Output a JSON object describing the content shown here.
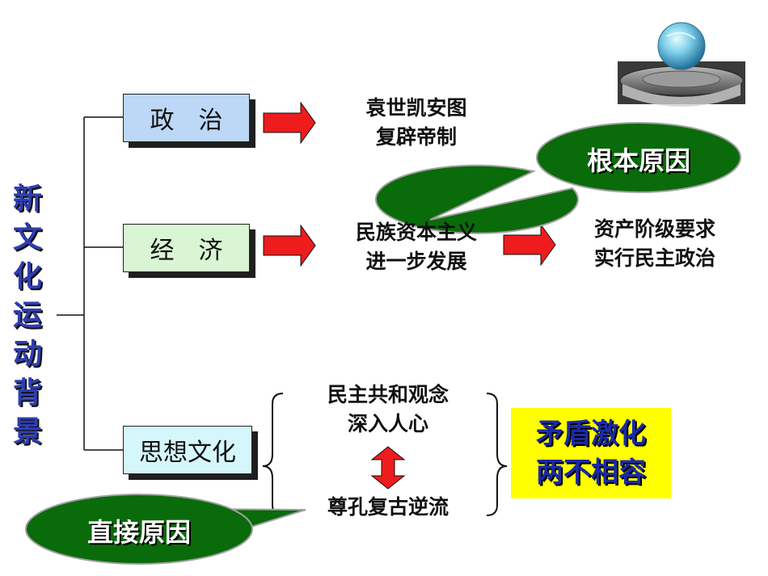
{
  "title_chars": [
    "新",
    "文",
    "化",
    "运",
    "动",
    "背",
    "景"
  ],
  "categories": {
    "politics": "政　治",
    "economy": "经　济",
    "culture": "思想文化"
  },
  "politics_result": [
    "袁世凯安图",
    "复辟帝制"
  ],
  "economy_result": [
    "民族资本主义",
    "进一步发展"
  ],
  "economy_demand": [
    "资产阶级要求",
    "实行民主政治"
  ],
  "culture_top": [
    "民主共和观念",
    "深入人心"
  ],
  "culture_bottom": "尊孔复古逆流",
  "conflict": [
    "矛盾激化",
    "两不相容"
  ],
  "root_cause_label": "根本原因",
  "direct_cause_label": "直接原因",
  "colors": {
    "politics_fill": "#bcd8f6",
    "economy_fill": "#d9f5d3",
    "culture_fill": "#d5f6fb",
    "arrow_red": "#ee1c1c",
    "bubble_green": "#0a6b0a",
    "conflict_bg": "#ffff00",
    "title_blue": "#2e3eb0"
  },
  "icons": [
    "globe-pedestal-icon",
    "right-arrow-icon",
    "double-arrow-icon",
    "brace-icon"
  ]
}
